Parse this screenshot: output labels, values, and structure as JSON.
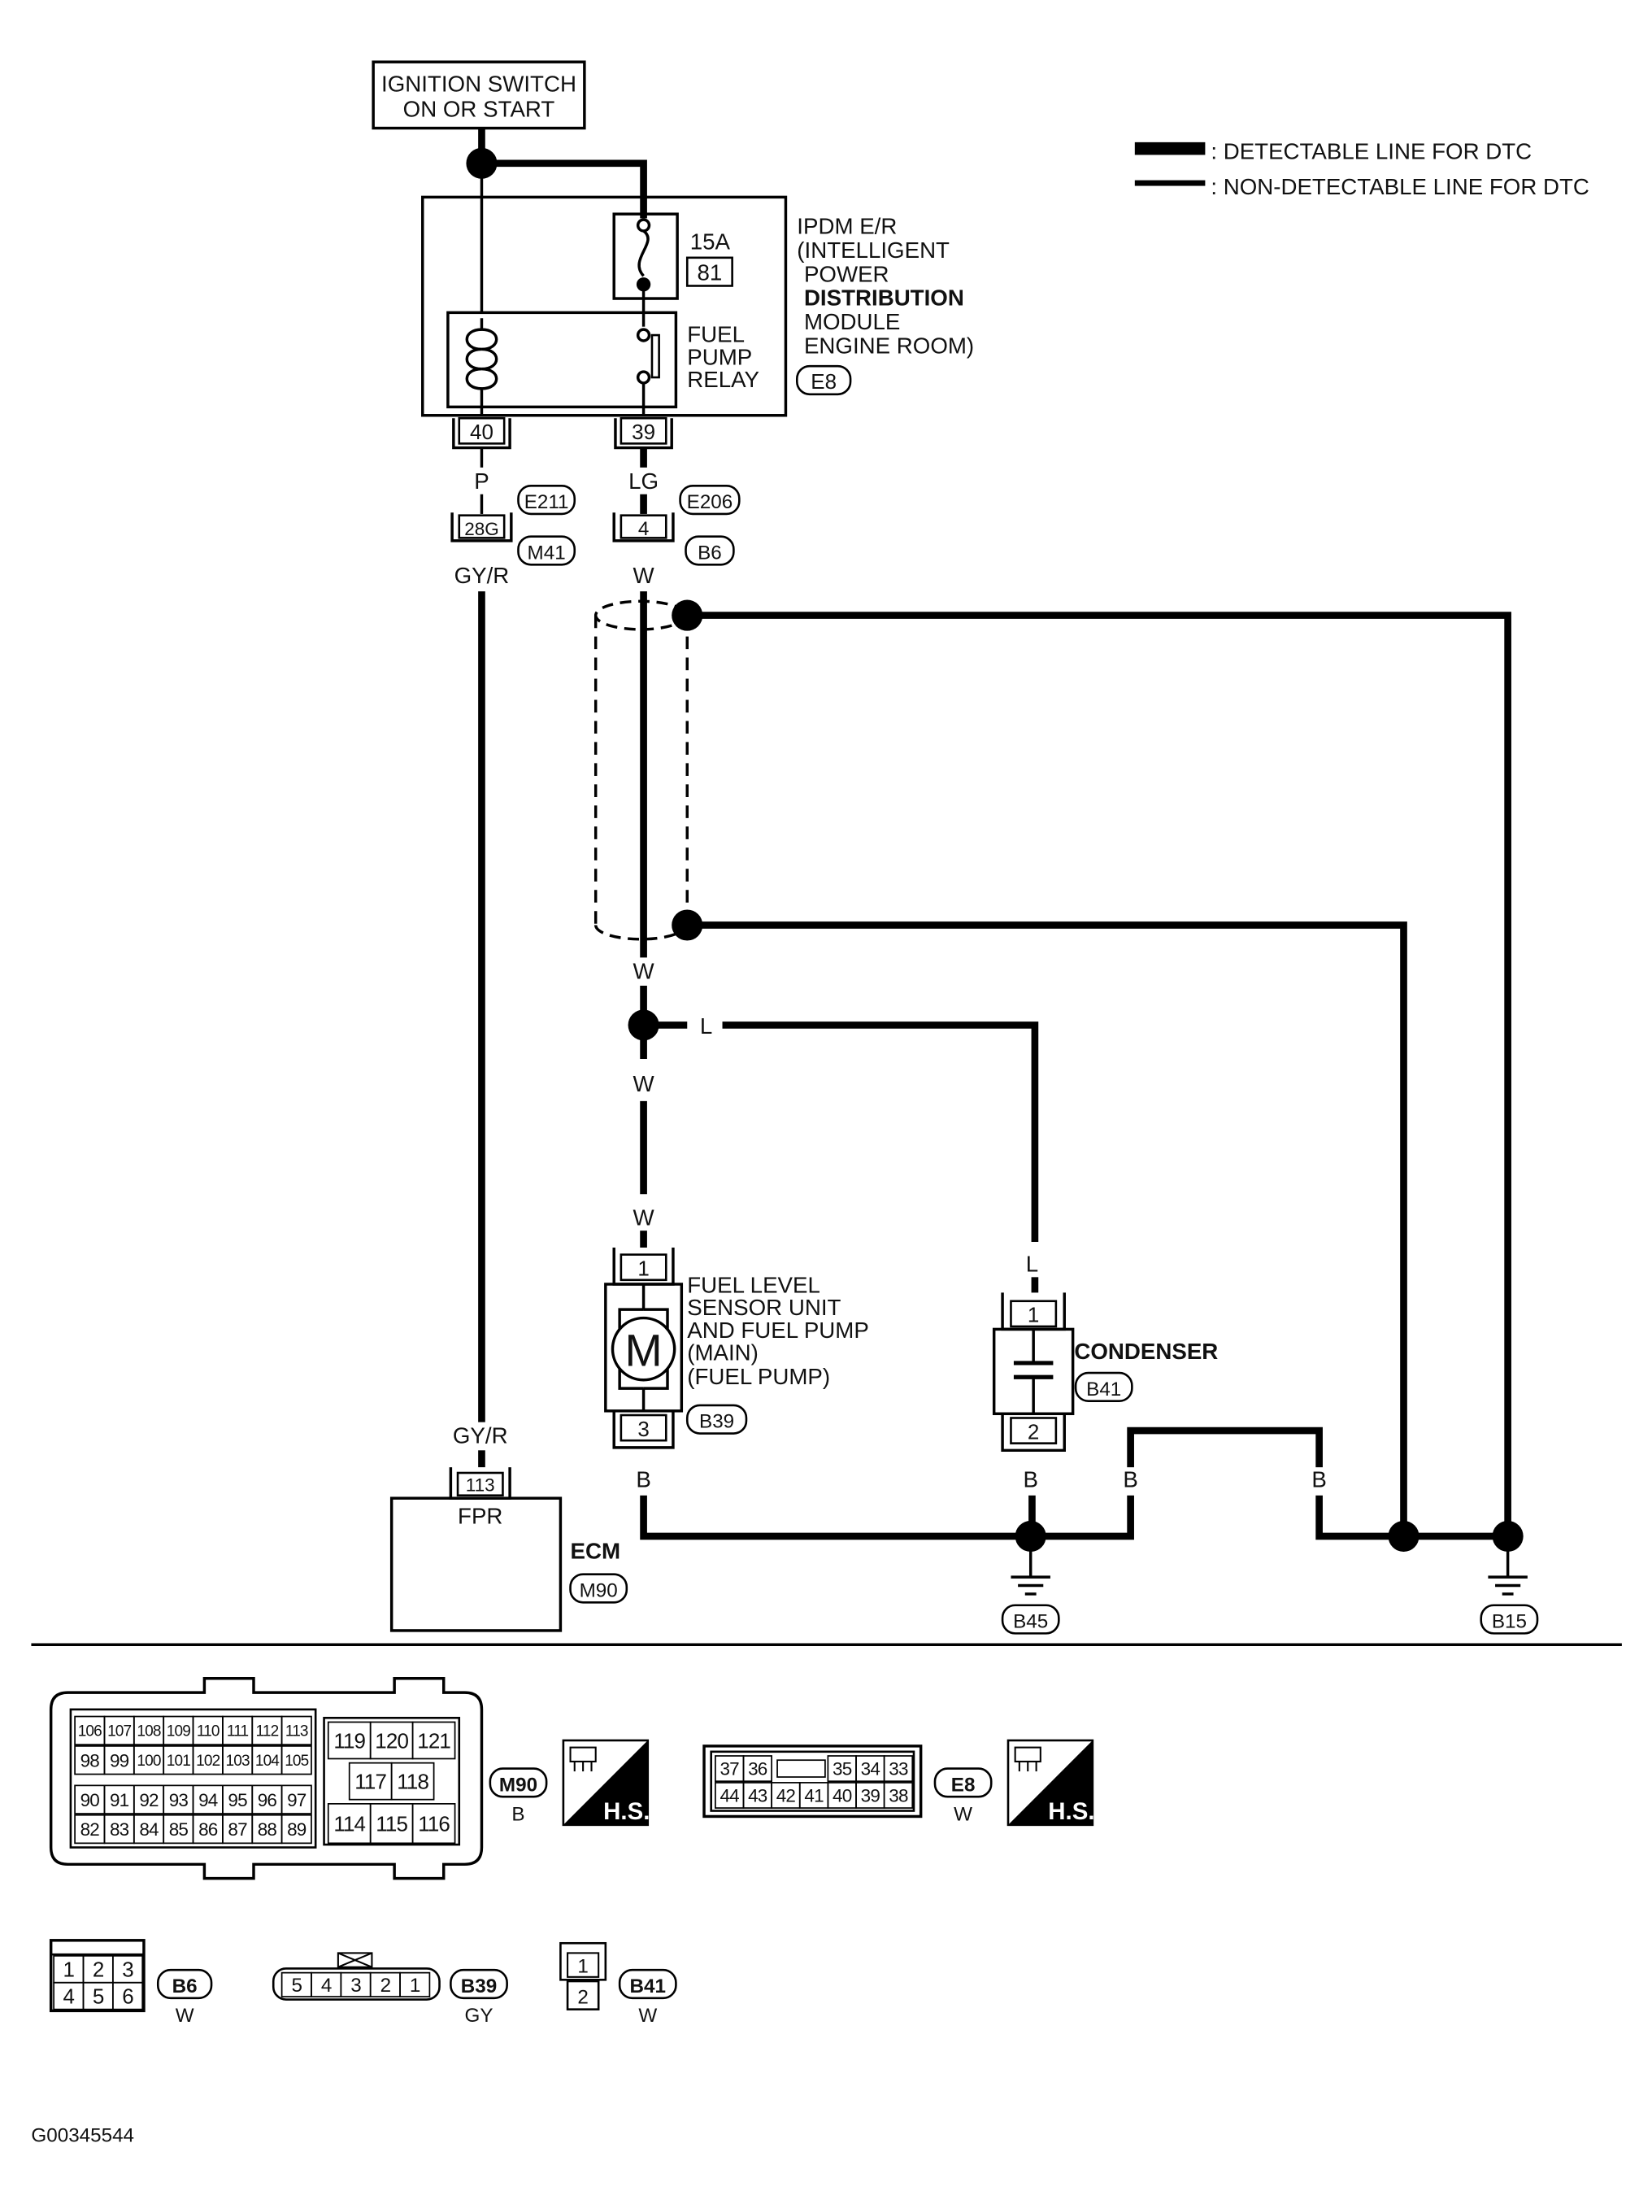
{
  "legend": {
    "detectable": ": DETECTABLE LINE FOR DTC",
    "non_detectable": ": NON-DETECTABLE LINE FOR DTC"
  },
  "ignition": {
    "line1": "IGNITION SWITCH",
    "line2": "ON OR START"
  },
  "ipdm": {
    "lines": [
      "IPDM E/R",
      "(INTELLIGENT",
      "POWER",
      "DISTRIBUTION",
      "MODULE",
      "ENGINE ROOM)"
    ],
    "connector": "E8",
    "fuse_amp": "15A",
    "fuse_no": "81",
    "relay_lines": [
      "FUEL",
      "PUMP",
      "RELAY"
    ],
    "pin_left": "40",
    "pin_right": "39"
  },
  "wires": {
    "p": "P",
    "lg": "LG",
    "gyr_top": "GY/R",
    "w_top": "W",
    "w_mid": "W",
    "l_branch": "L",
    "w_low": "W",
    "w_pump": "W",
    "l_cond": "L",
    "gyr_ecm": "GY/R",
    "b_pump": "B",
    "b_cond": "B",
    "b_mid": "B",
    "b_right": "B"
  },
  "harness": {
    "e211": "E211",
    "m41": "M41",
    "pin_28g": "28G",
    "e206": "E206",
    "b6": "B6",
    "pin_4": "4"
  },
  "fuel_pump": {
    "lines": [
      "FUEL LEVEL",
      "SENSOR UNIT",
      "AND FUEL PUMP",
      "(MAIN)",
      "(FUEL PUMP)"
    ],
    "connector": "B39",
    "pin_top": "1",
    "pin_bottom": "3",
    "motor": "M"
  },
  "condenser": {
    "label": "CONDENSER",
    "connector": "B41",
    "pin_top": "1",
    "pin_bottom": "2"
  },
  "ecm": {
    "pin": "113",
    "terminal": "FPR",
    "label": "ECM",
    "connector": "M90"
  },
  "grounds": {
    "g1": "B45",
    "g2": "B15"
  },
  "connectors": {
    "m90": {
      "id": "M90",
      "color": "B",
      "rows_left": [
        [
          "106",
          "107",
          "108",
          "109",
          "110",
          "111",
          "112",
          "113"
        ],
        [
          "98",
          "99",
          "100",
          "101",
          "102",
          "103",
          "104",
          "105"
        ],
        [
          "90",
          "91",
          "92",
          "93",
          "94",
          "95",
          "96",
          "97"
        ],
        [
          "82",
          "83",
          "84",
          "85",
          "86",
          "87",
          "88",
          "89"
        ]
      ],
      "right_top": [
        "119",
        "120",
        "121"
      ],
      "right_mid": [
        "117",
        "118"
      ],
      "right_bot": [
        "114",
        "115",
        "116"
      ],
      "hs": "H.S."
    },
    "e8": {
      "id": "E8",
      "color": "W",
      "row_top_left": [
        "37",
        "36"
      ],
      "row_top_right": [
        "35",
        "34",
        "33"
      ],
      "row_bottom": [
        "44",
        "43",
        "42",
        "41",
        "40",
        "39",
        "38"
      ],
      "hs": "H.S."
    },
    "b6": {
      "id": "B6",
      "color": "W",
      "rows": [
        [
          "1",
          "2",
          "3"
        ],
        [
          "4",
          "5",
          "6"
        ]
      ]
    },
    "b39": {
      "id": "B39",
      "color": "GY",
      "pins": [
        "5",
        "4",
        "3",
        "2",
        "1"
      ]
    },
    "b41": {
      "id": "B41",
      "color": "W",
      "pins": [
        "1",
        "2"
      ]
    }
  },
  "figure_id": "G00345544"
}
